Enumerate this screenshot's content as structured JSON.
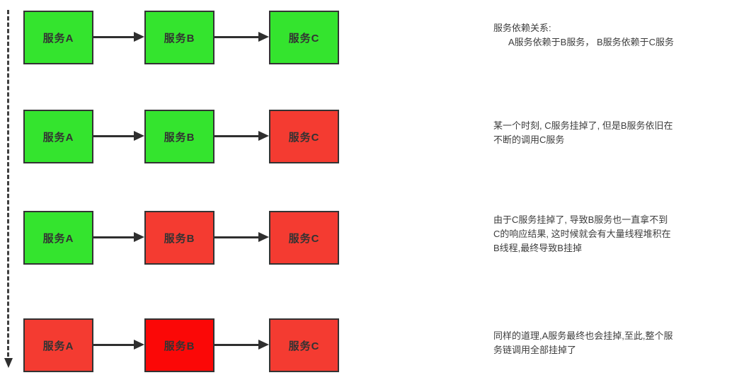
{
  "colors": {
    "green": "#34e42e",
    "red": "#f43b31",
    "brightred": "#fb0807",
    "border": "#333333",
    "arrow": "#2f2f2f"
  },
  "timeline": {
    "icon": "time-axis-down-arrow"
  },
  "rows": [
    {
      "boxes": [
        {
          "label": "服务A",
          "state": "green"
        },
        {
          "label": "服务B",
          "state": "green"
        },
        {
          "label": "服务C",
          "state": "green"
        }
      ],
      "note_lines": [
        "服务依赖关系:",
        "A服务依赖于B服务， B服务依赖于C服务"
      ]
    },
    {
      "boxes": [
        {
          "label": "服务A",
          "state": "green"
        },
        {
          "label": "服务B",
          "state": "green"
        },
        {
          "label": "服务C",
          "state": "red"
        }
      ],
      "note_lines": [
        "某一个时刻, C服务挂掉了, 但是B服务依旧在",
        "不断的调用C服务"
      ]
    },
    {
      "boxes": [
        {
          "label": "服务A",
          "state": "green"
        },
        {
          "label": "服务B",
          "state": "red"
        },
        {
          "label": "服务C",
          "state": "red"
        }
      ],
      "note_lines": [
        "由于C服务挂掉了, 导致B服务也一直拿不到",
        "C的响应结果, 这时候就会有大量线程堆积在",
        "B线程,最终导致B挂掉"
      ]
    },
    {
      "boxes": [
        {
          "label": "服务A",
          "state": "red"
        },
        {
          "label": "服务B",
          "state": "bright-red"
        },
        {
          "label": "服务C",
          "state": "red"
        }
      ],
      "note_lines": [
        "同样的道理,A服务最终也会挂掉,至此,整个服",
        "务链调用全部挂掉了"
      ]
    }
  ]
}
